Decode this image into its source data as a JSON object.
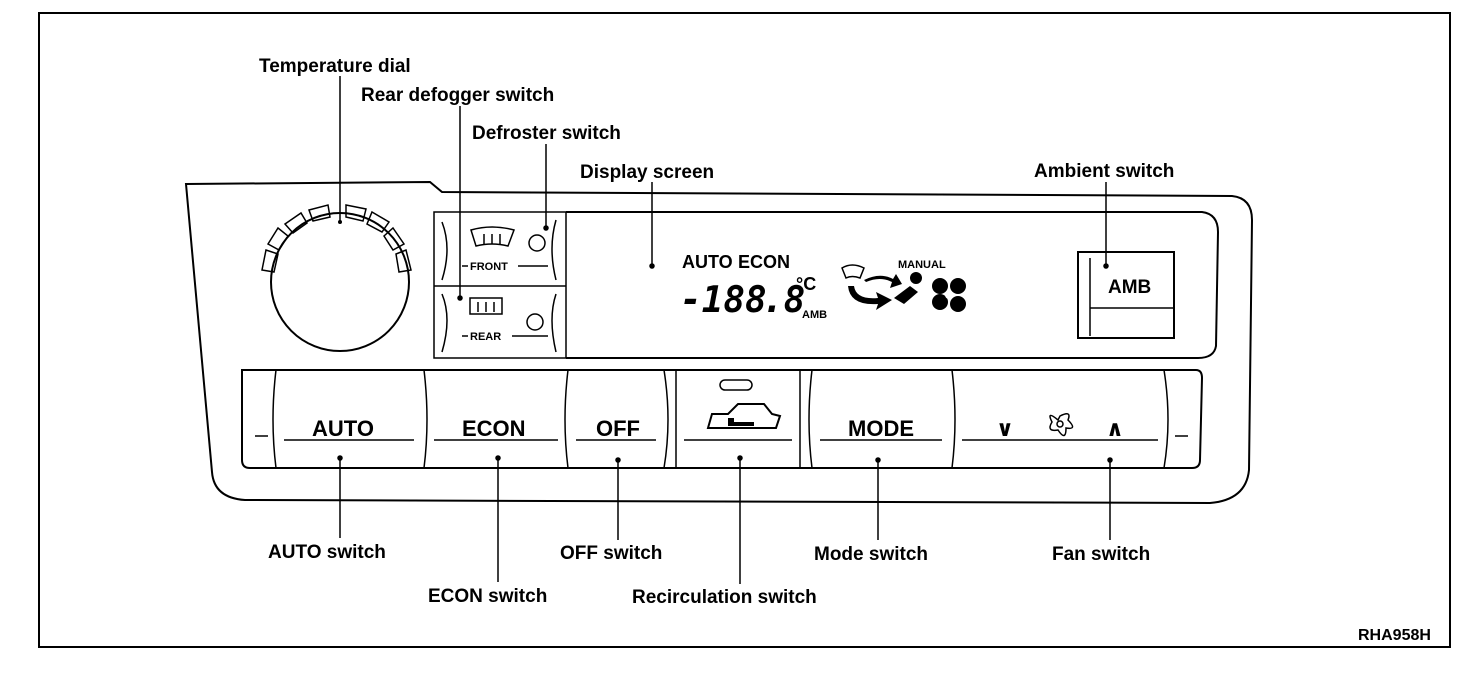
{
  "callouts": {
    "temperature_dial": "Temperature dial",
    "rear_defogger_switch": "Rear defogger switch",
    "defroster_switch": "Defroster switch",
    "display_screen": "Display screen",
    "ambient_switch": "Ambient switch",
    "auto_switch": "AUTO switch",
    "econ_switch": "ECON switch",
    "off_switch": "OFF switch",
    "recirculation_switch": "Recirculation switch",
    "mode_switch": "Mode switch",
    "fan_switch": "Fan switch"
  },
  "defrost": {
    "front_label": "FRONT",
    "rear_label": "REAR"
  },
  "display": {
    "auto": "AUTO",
    "econ": "ECON",
    "temperature": "-188",
    "decimal": ".8",
    "unit": "°C",
    "amb": "AMB",
    "manual": "MANUAL"
  },
  "buttons": {
    "amb": "AMB",
    "auto": "AUTO",
    "econ": "ECON",
    "off": "OFF",
    "mode": "MODE",
    "fan_down": "∨",
    "fan_up": "∧"
  },
  "figure_id": "RHA958H",
  "icons": [
    "front-defroster-icon",
    "rear-defogger-icon",
    "recirculation-car-icon",
    "fan-icon",
    "airflow-icon"
  ]
}
